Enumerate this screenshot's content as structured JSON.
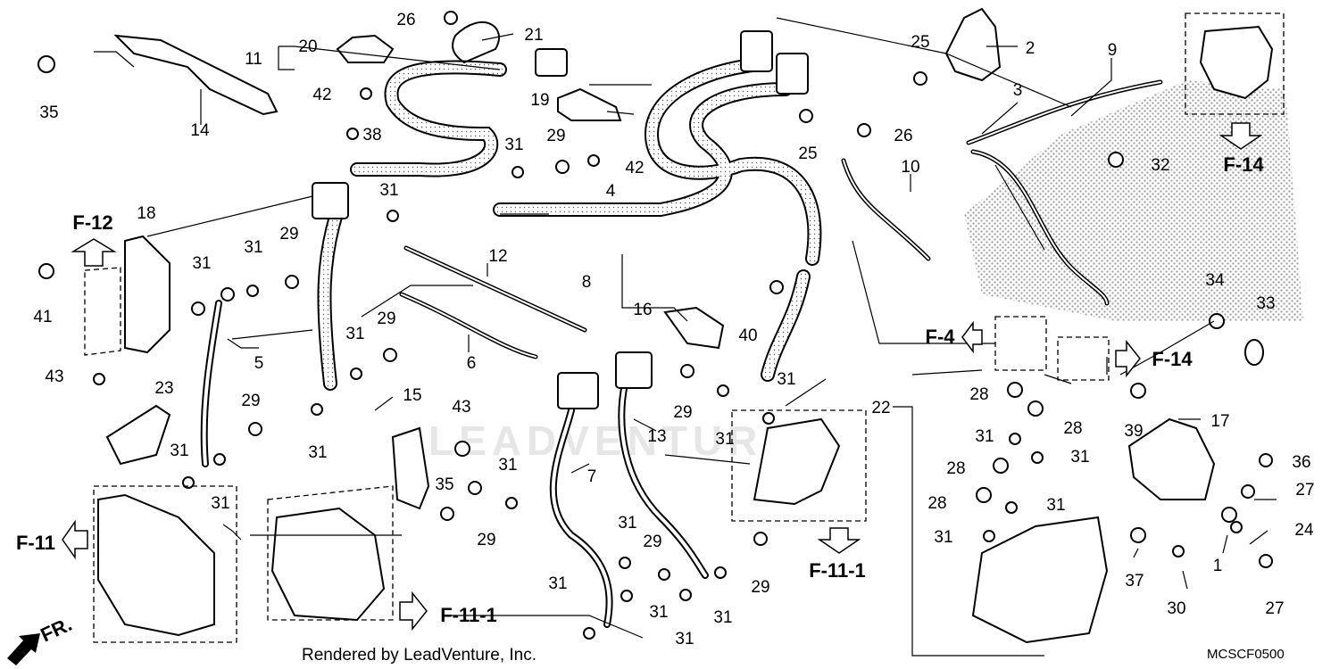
{
  "diagram": {
    "credit": "Rendered by LeadVenture, Inc.",
    "code": "MCSCF0500",
    "watermark": "LEADVENTURE",
    "fr_label": "FR.",
    "part_numbers": [
      "1",
      "2",
      "3",
      "4",
      "5",
      "6",
      "7",
      "8",
      "9",
      "10",
      "11",
      "12",
      "13",
      "14",
      "15",
      "16",
      "17",
      "18",
      "19",
      "20",
      "21",
      "22",
      "23",
      "24",
      "25",
      "26",
      "27",
      "28",
      "29",
      "30",
      "31",
      "32",
      "33",
      "34",
      "35",
      "36",
      "37",
      "38",
      "39",
      "40",
      "41",
      "42",
      "43"
    ],
    "refs": [
      "F-11",
      "F-11-1",
      "F-12",
      "F-4",
      "F-14"
    ]
  }
}
